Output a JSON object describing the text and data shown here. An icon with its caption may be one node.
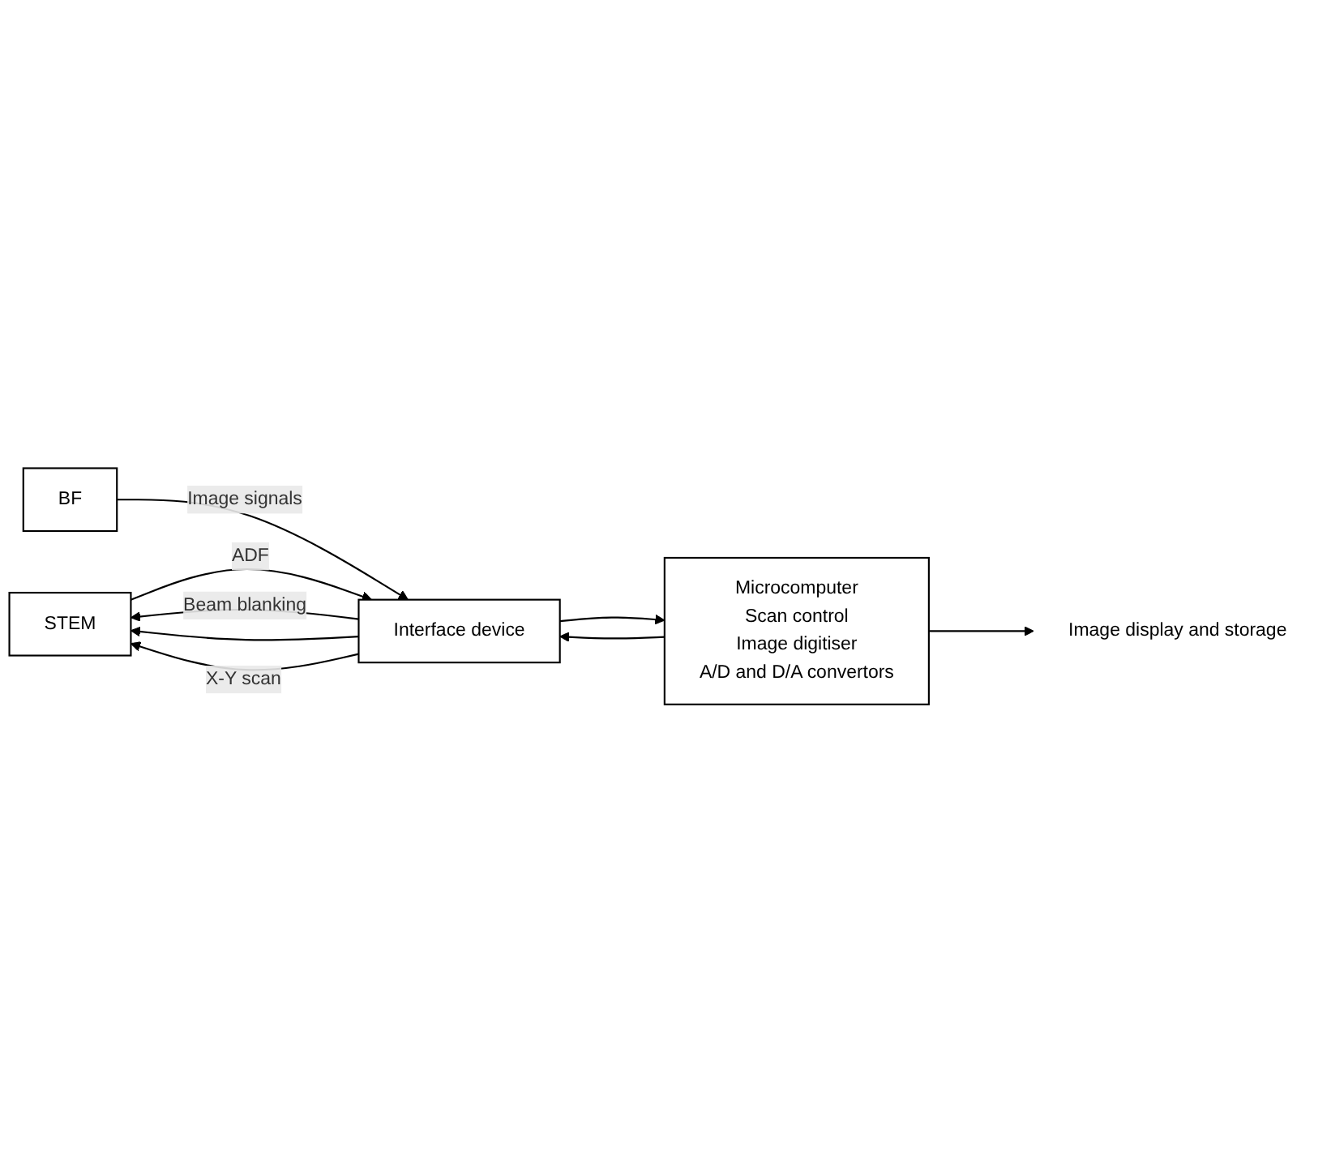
{
  "diagram": {
    "nodes": [
      {
        "text": [
          "STEM"
        ]
      },
      {
        "text": [
          "BF"
        ]
      },
      {
        "text": [
          "Interface device"
        ]
      },
      {
        "text": [
          "Microcomputer",
          "Scan control",
          "Image digitiser",
          "A/D and D/A convertors"
        ]
      },
      {
        "text": [
          "Image display and storage"
        ]
      }
    ],
    "edges": [
      {
        "from": 2,
        "to": 0,
        "arrow": "to",
        "label": "Beam blanking"
      },
      {
        "from": 2,
        "to": 0,
        "arrow": "to"
      },
      {
        "from": 2,
        "to": 0,
        "arrow": "to",
        "label": "X-Y scan"
      },
      {
        "from": 0,
        "to": 2,
        "arrow": "to",
        "label": "ADF"
      },
      {
        "from": 1,
        "to": 2,
        "arrow": "to",
        "label": "Image signals"
      },
      {
        "from": 2,
        "to": 3,
        "arrow": "to"
      },
      {
        "from": 3,
        "to": 2,
        "arrow": "to"
      },
      {
        "from": 3,
        "to": 4,
        "arrow": "to"
      }
    ]
  }
}
